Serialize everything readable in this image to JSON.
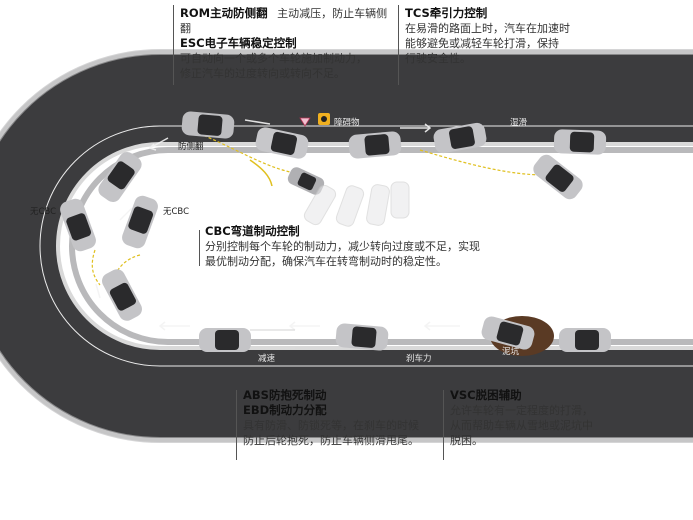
{
  "top_left": {
    "title1": "ROM主动防侧翻",
    "title1_note": "主动减压，防止车辆侧翻",
    "title2": "ESC电子车辆稳定控制",
    "body": [
      "可自动向一个或多个车轮施加制动力，",
      "修正汽车的过度转向或转向不足。"
    ]
  },
  "top_right": {
    "title": "TCS牵引力控制",
    "body": [
      "在易滑的路面上时，汽车在加速时",
      "能够避免或减轻车轮打滑，保持",
      "行驶安全性。"
    ]
  },
  "middle": {
    "title": "CBC弯道制动控制",
    "body": [
      "分别控制每个车轮的制动力，减少转向过度或不足，实现",
      "最优制动分配，确保汽车在转弯制动时的稳定性。"
    ]
  },
  "bottom_left": {
    "title1": "ABS防抱死制动",
    "title2": "EBD制动力分配",
    "body": [
      "具有防滑、防锁死等，在刹车的时候",
      "防止后轮抱死，防止车辆侧滑甩尾。"
    ]
  },
  "bottom_right": {
    "title": "VSC脱困辅助",
    "body": [
      "允许车轮有一定程度的打滑，",
      "从而帮助车辆从雪地或泥坑中",
      "脱困。"
    ]
  },
  "labels": {
    "anti_rollover": "防侧翻",
    "obstacle": "障碍物",
    "skid": "湿滑",
    "no_cbc_left": "无CBC",
    "no_cbc_right": "无CBC",
    "decelerate": "减速",
    "brake_force": "刹车力",
    "mud_pit": "泥坑"
  },
  "colors": {
    "road": "#3b3b3d",
    "road_edge": "#d8d8d8",
    "car_body": "#bdbdc0",
    "car_glass": "#2a2a2c",
    "trail_yellow": "#e0c020",
    "mud": "#5a3a24"
  }
}
